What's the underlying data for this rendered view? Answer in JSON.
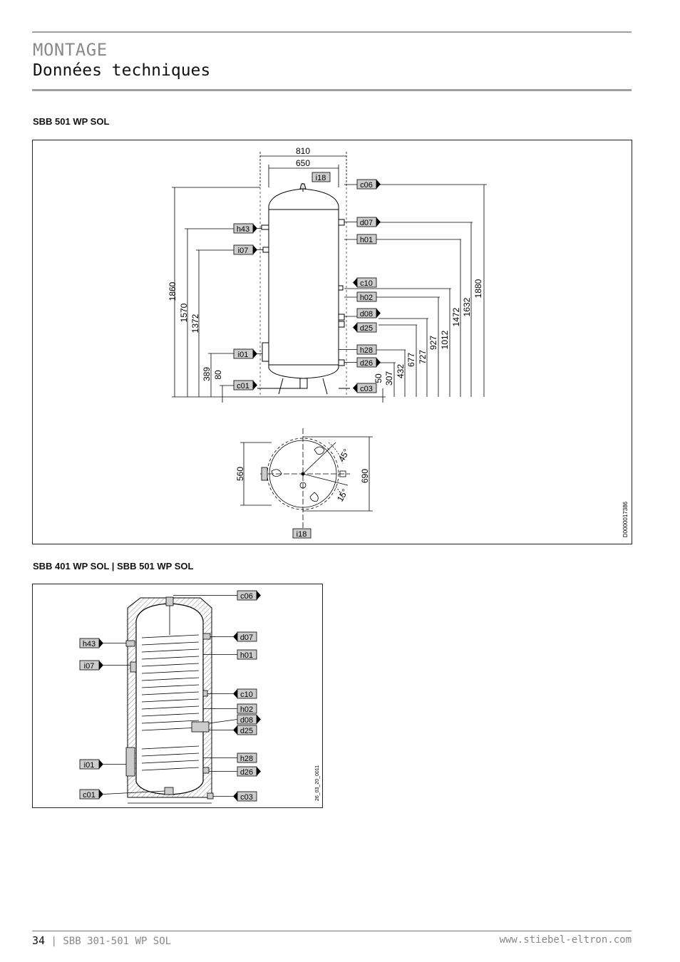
{
  "header": {
    "section": "MONTAGE",
    "title": "Données techniques"
  },
  "figure1": {
    "heading": "SBB 501 WP SOL",
    "doc_code": "D0000017386",
    "widths": [
      "810",
      "650"
    ],
    "heights_left": [
      "1860",
      "1570",
      "1372",
      "389",
      "80"
    ],
    "heights_right": [
      "50",
      "307",
      "432",
      "677",
      "727",
      "927",
      "1012",
      "1472",
      "1632",
      "1880"
    ],
    "plan_dims": [
      "560",
      "690"
    ],
    "angles": [
      "45°",
      "15°"
    ],
    "labels": {
      "i18_top": "i18",
      "c06": "c06",
      "d07": "d07",
      "h01": "h01",
      "h43": "h43",
      "i07": "i07",
      "c10": "c10",
      "h02": "h02",
      "d08": "d08",
      "d25": "d25",
      "i01": "i01",
      "h28": "h28",
      "d26": "d26",
      "c01": "c01",
      "c03": "c03",
      "i18_bottom": "i18"
    }
  },
  "figure2": {
    "heading": "SBB 401 WP SOL | SBB 501 WP SOL",
    "doc_code": "26_03_20_0011",
    "labels": {
      "c06": "c06",
      "d07": "d07",
      "h43": "h43",
      "h01": "h01",
      "i07": "i07",
      "c10": "c10",
      "h02": "h02",
      "d08": "d08",
      "d25": "d25",
      "i01": "i01",
      "h28": "h28",
      "d26": "d26",
      "c01": "c01",
      "c03": "c03"
    }
  },
  "footer": {
    "page_number": "34",
    "separator": "|",
    "product": "SBB 301-501 WP SOL",
    "website": "www.stiebel-eltron.com"
  }
}
